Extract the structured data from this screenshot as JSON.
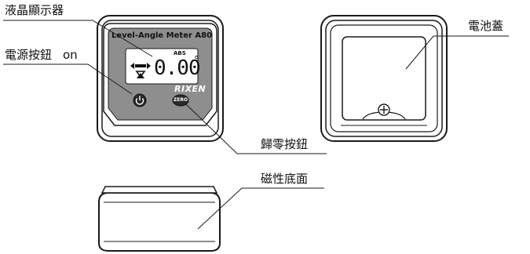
{
  "labels": {
    "lcd": "液晶顯示器",
    "power_button": "電源按鈕",
    "on": "on",
    "battery_cover": "電池蓋",
    "zero_button": "歸零按鈕",
    "magnetic_base": "磁性底面"
  },
  "device": {
    "model_label": "Level-Angle Meter  A80",
    "lcd_mode": "ABS",
    "lcd_reading": "0.00",
    "lcd_unit": "°",
    "brand": "RIXEN",
    "zero_button_text": "ZERO"
  },
  "colors": {
    "panel": "#8e8e8e",
    "lcd": "#ffffff",
    "outline": "#1a1a1a",
    "button": "#2a2a2a",
    "text": "#111111"
  }
}
